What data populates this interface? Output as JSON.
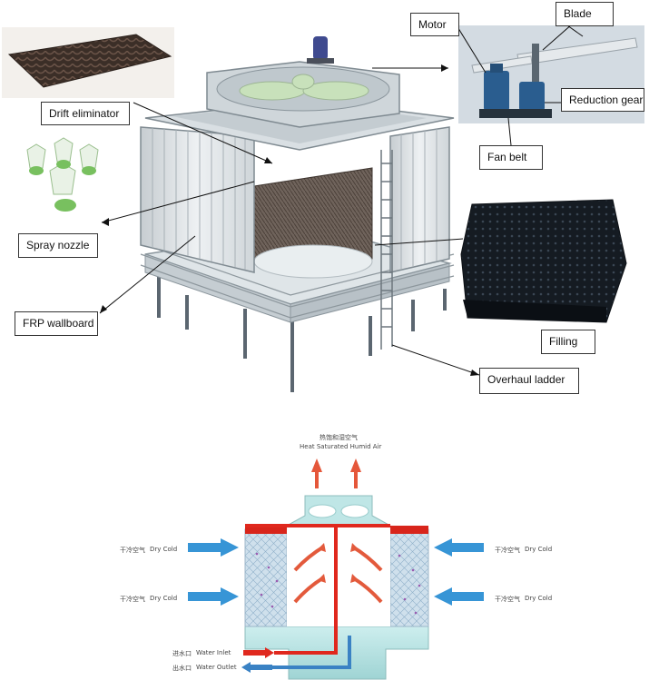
{
  "top_callouts": {
    "motor": "Motor",
    "blade": "Blade",
    "drift_eliminator": "Drift eliminator",
    "reduction_gear": "Reduction gear",
    "fan_belt": "Fan belt",
    "spray_nozzle": "Spray nozzle",
    "frp_wallboard": "FRP wallboard",
    "filling": "Filling",
    "overhaul_ladder": "Overhaul ladder"
  },
  "flow_diagram": {
    "top_air_cn": "热饱和湿空气",
    "top_air_en": "Heat Saturated Humid Air",
    "left_cold_cn_1": "干冷空气",
    "left_cold_en_1": "Dry Cold",
    "left_cold_cn_2": "干冷空气",
    "left_cold_en_2": "Dry Cold",
    "right_cold_cn_1": "干冷空气",
    "right_cold_en_1": "Dry Cold",
    "right_cold_cn_2": "干冷空气",
    "right_cold_en_2": "Dry Cold",
    "water_inlet_cn": "进水口",
    "water_inlet_en": "Water Inlet",
    "water_outlet_cn": "出水口",
    "water_outlet_en": "Water Outlet"
  },
  "colors": {
    "hot_water": "#e0281e",
    "cold_water": "#3a82c4",
    "basin": "#bfe6e6",
    "fill": "#c9dcea",
    "frame": "#9aa5ad"
  }
}
